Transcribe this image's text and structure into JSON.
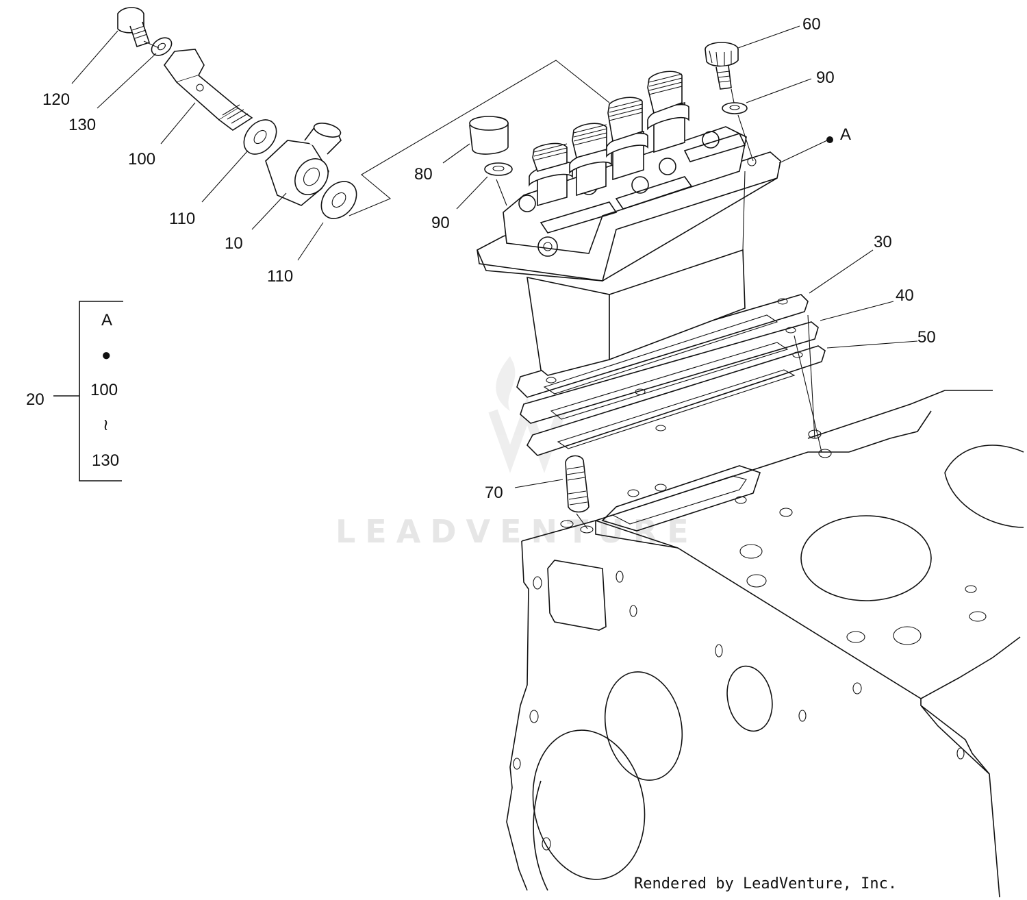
{
  "callouts": {
    "c120": "120",
    "c130": "130",
    "c100": "100",
    "c110a": "110",
    "c10": "10",
    "c110b": "110",
    "c80": "80",
    "c90a": "90",
    "c60": "60",
    "c90b": "90",
    "cA": "A",
    "c30": "30",
    "c40": "40",
    "c50": "50",
    "c70": "70",
    "c20": "20"
  },
  "kit_bracket": {
    "line1": "A",
    "line2": "●",
    "line3": "100",
    "line4": "≀",
    "line5": "130"
  },
  "watermark": "LEADVENTURE",
  "credit": "Rendered by LeadVenture, Inc."
}
